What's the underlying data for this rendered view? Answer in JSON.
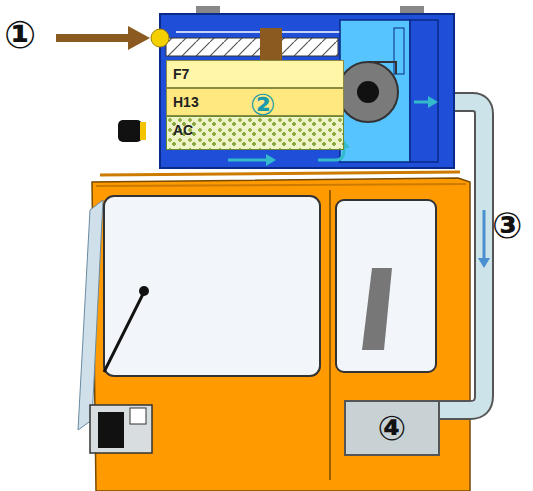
{
  "diagram": {
    "nodes": [
      {
        "text": [
          "F7"
        ]
      },
      {
        "text": [
          "H13"
        ]
      },
      {
        "text": [
          "AC"
        ]
      },
      {
        "text": [
          "④"
        ]
      }
    ],
    "labels": [
      "①",
      "②",
      "③"
    ]
  }
}
